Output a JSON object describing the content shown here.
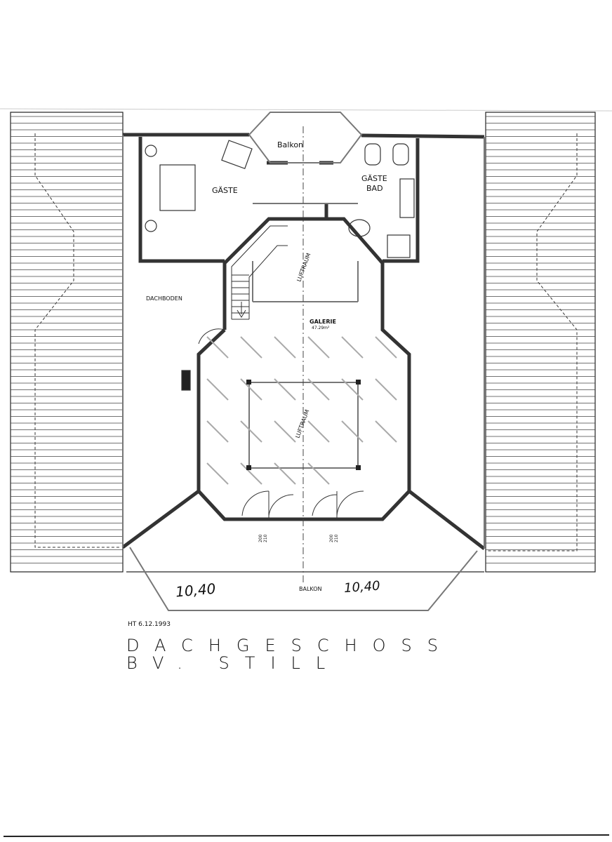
{
  "rooms": {
    "balkon_top": "Balkon",
    "gaeste": "GÄSTE",
    "gaeste_bad_1": "GÄSTE",
    "gaeste_bad_2": "BAD",
    "luftraum_stair": "LUFTRAUM",
    "dachboden": "DACHBODEN",
    "galerie": "GALERIE",
    "galerie_area": "47.29m²",
    "luftraum_center": "LUFTRAUM",
    "balkon_bottom": "BALKON"
  },
  "doors": [
    {
      "width": "200",
      "height": "210"
    },
    {
      "width": "200",
      "height": "210"
    }
  ],
  "dimensions": {
    "left": "10,40",
    "right": "10,40"
  },
  "footer": {
    "date": "HT 6.12.1993",
    "title_line1": "DACHGESCHOSS",
    "title_line2": "BV.  STILL"
  },
  "colors": {
    "ink": "#1a1a1a",
    "wall": "#555555",
    "paper": "#ffffff"
  }
}
